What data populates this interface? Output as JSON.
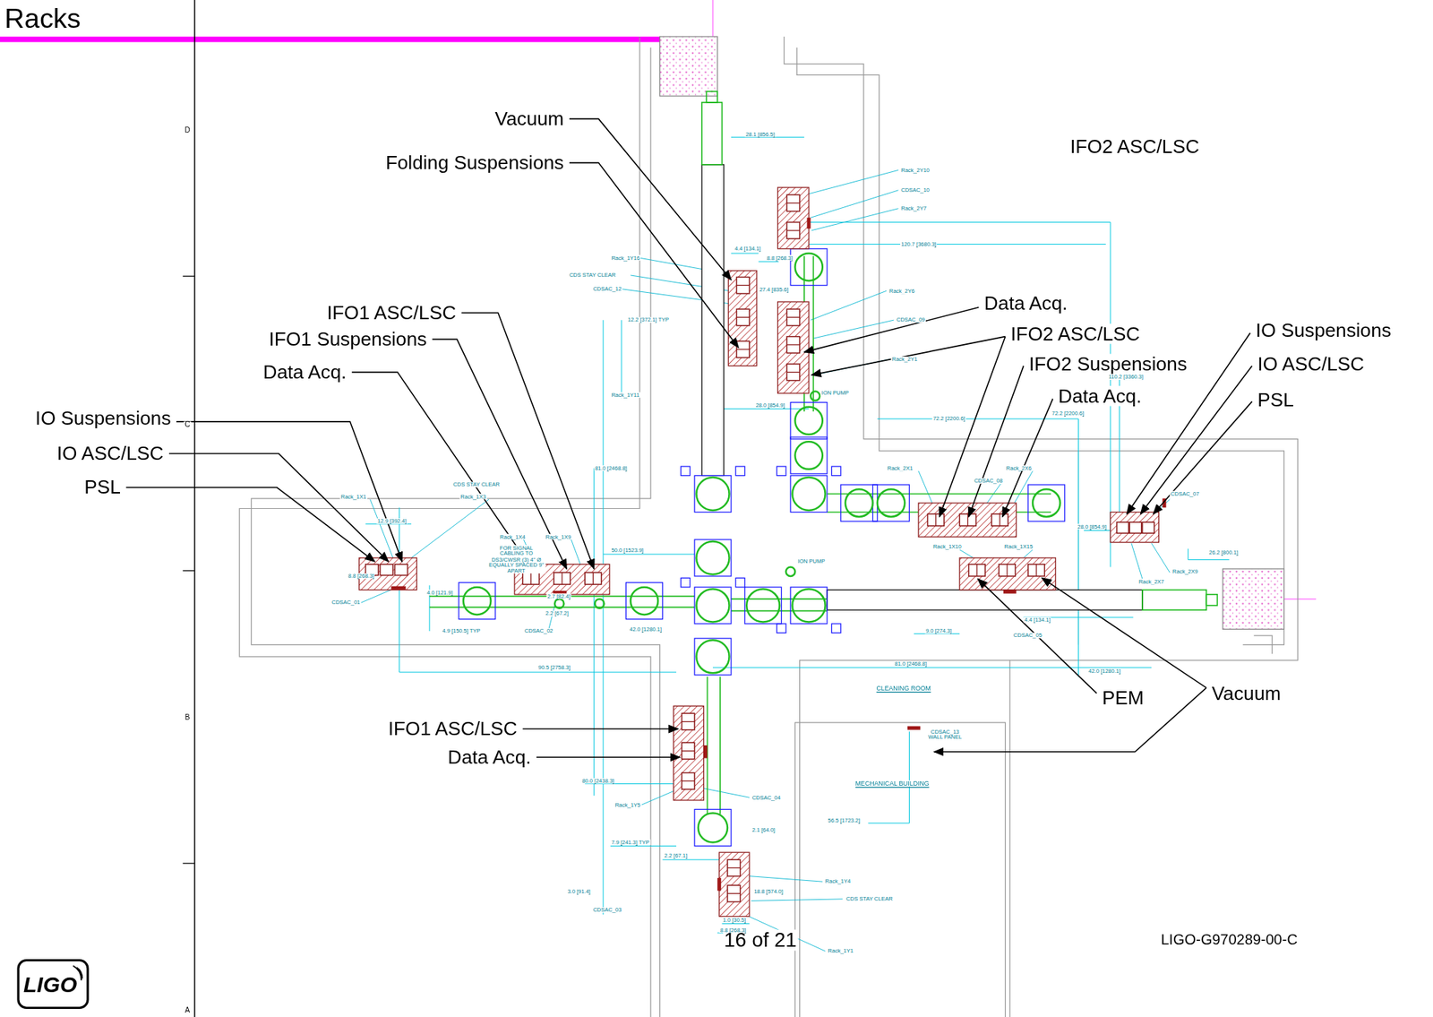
{
  "diagram": {
    "title": "Racks",
    "labels": [
      "Vacuum",
      "Folding Suspensions",
      "IFO2 ASC/LSC",
      "IFO1 ASC/LSC",
      "IFO1 Suspensions",
      "Data Acq.",
      "Data Acq.",
      "IFO2 ASC/LSC",
      "IFO2 Suspensions",
      "Data Acq.",
      "IO Suspensions",
      "IO ASC/LSC",
      "PSL",
      "IO Suspensions",
      "IO ASC/LSC",
      "PSL",
      "PEM",
      "Vacuum",
      "IFO1 ASC/LSC",
      "Data Acq.",
      "16 of 21",
      "LIGO-G970289-00-C",
      "LIGO",
      "D",
      "C",
      "B",
      "A",
      "Rack_2Y10",
      "CDSAC_10",
      "Rack_2Y7",
      "120.7 [3680.3]",
      "28.1 [856.5]",
      "4.4 [134.1]",
      "8.8 [268.3]",
      "Rack_1Y16",
      "CDS STAY CLEAR",
      "CDSAC_12",
      "27.4 [835.6]",
      "Rack_2Y6",
      "CDSAC_09",
      "12.2 [372.1] TYP",
      "Rack_2Y1",
      "110.2 [3360.3]",
      "Rack_1Y11",
      "28.0 [854.9]",
      "72.2 [2200.6]",
      "72.2 [2200.6]",
      "81.0 [2468.8]",
      "Rack_2X1",
      "Rack_2X6",
      "CDSAC_08",
      "CDS STAY CLEAR",
      "Rack_1X1",
      "Rack_1X3",
      "CDSAC_07",
      "12.9 [392.4]",
      "28.0 [854.9]",
      "Rack_1X4",
      "Rack_1X9",
      "FOR SIGNAL CABLING TO DS3/CWSR (3) 4\" Ø EQUALLY SPACED 9\" APART",
      "50.0 [1523.9]",
      "Rack_1X10",
      "Rack_1X15",
      "26.2 [800.1]",
      "Rack_2X9",
      "8.8 [268.3]",
      "Rack_2X7",
      "4.0 [121.9]",
      "2.7 [82.4]",
      "CDSAC_01",
      "2.2 [67.2]",
      "4.4 [134.1]",
      "42.0 [1280.1]",
      "4.9 [150.5] TYP",
      "CDSAC_02",
      "9.0 [274.3]",
      "CDSAC_05",
      "81.0 [2468.8]",
      "90.5 [2758.3]",
      "42.0 [1280.1]",
      "CLEANING ROOM",
      "CDSAC_13 WALL PANEL",
      "MECHANICAL BUILDING",
      "80.0 [2438.3]",
      "CDSAC_04",
      "Rack_1Y5",
      "56.5 [1723.2]",
      "2.1 [64.0]",
      "7.9 [241.3] TYP",
      "2.2 [67.1]",
      "Rack_1Y4",
      "3.0 [91.4]",
      "18.8 [574.0]",
      "CDS STAY CLEAR",
      "CDSAC_03",
      "1.0 [30.5]",
      "8.8 [268.3]",
      "Rack_1Y1",
      "ION PUMP",
      "ION PUMP"
    ]
  }
}
